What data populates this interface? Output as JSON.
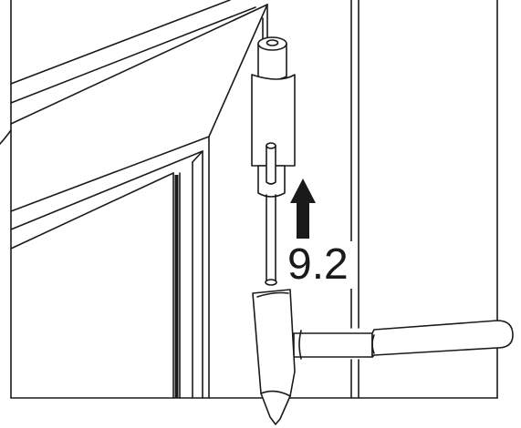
{
  "diagram": {
    "step_label": "9.2",
    "stroke_color": "#1a1a1a",
    "fill_color": "#ffffff",
    "arrow_direction": "up",
    "parts": [
      "frame-profile",
      "window-sash",
      "pin-sleeve",
      "pin",
      "up-arrow-icon",
      "hammer-icon"
    ]
  }
}
